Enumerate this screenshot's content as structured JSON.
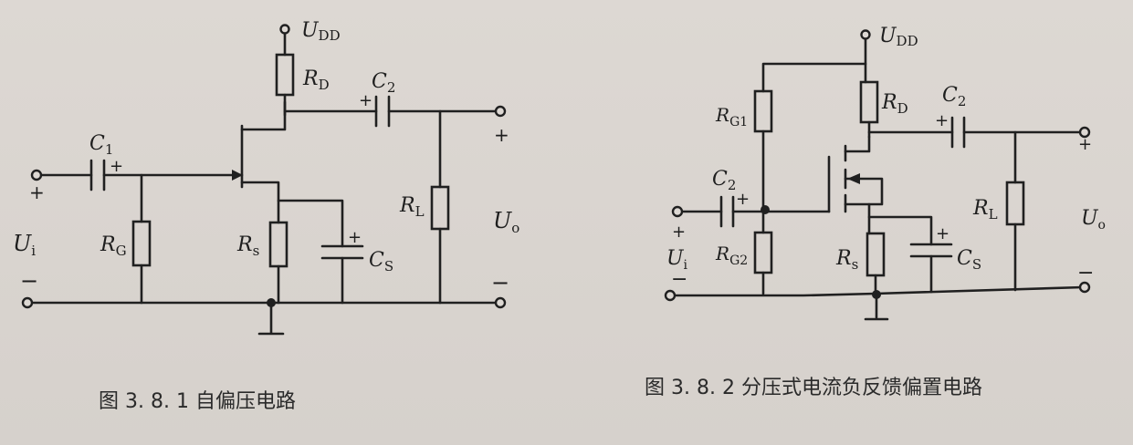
{
  "fig1": {
    "caption": "图 3. 8. 1   自偏压电路",
    "supply": "U",
    "supply_sub": "DD",
    "rd": "R",
    "rd_sub": "D",
    "c1": "C",
    "c1_sub": "1",
    "c2": "C",
    "c2_sub": "2",
    "rg": "R",
    "rg_sub": "G",
    "rs": "R",
    "rs_sub": "s",
    "cs": "C",
    "cs_sub": "S",
    "rl": "R",
    "rl_sub": "L",
    "ui": "U",
    "ui_sub": "i",
    "uo": "U",
    "uo_sub": "o",
    "plus": "+",
    "minus": "−"
  },
  "fig2": {
    "caption": "图 3. 8. 2   分压式电流负反馈偏置电路",
    "supply": "U",
    "supply_sub": "DD",
    "rg1": "R",
    "rg1_sub": "G1",
    "rg2": "R",
    "rg2_sub": "G2",
    "rd": "R",
    "rd_sub": "D",
    "c2": "C",
    "c2_sub": "2",
    "c2out": "C",
    "c2out_sub": "2",
    "rs": "R",
    "rs_sub": "s",
    "cs": "C",
    "cs_sub": "S",
    "rl": "R",
    "rl_sub": "L",
    "ui": "U",
    "ui_sub": "i",
    "uo": "U",
    "uo_sub": "o",
    "plus": "+",
    "minus": "−"
  }
}
